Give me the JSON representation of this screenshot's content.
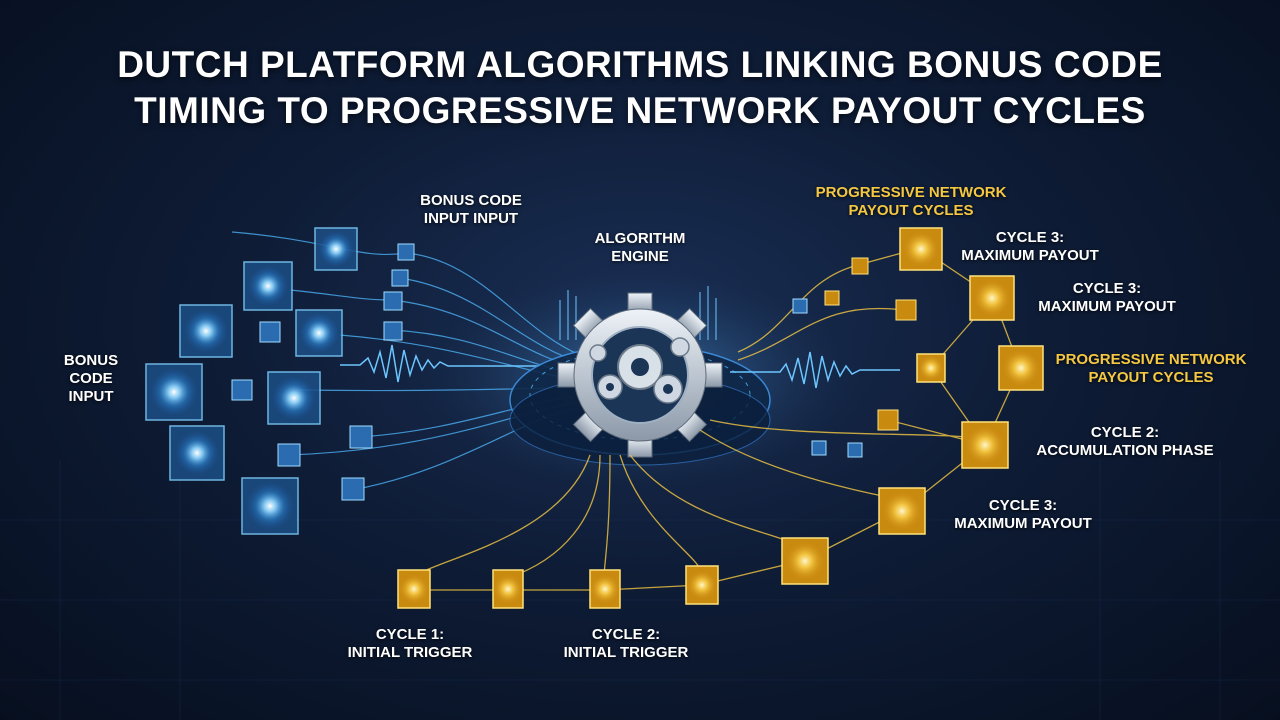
{
  "title": {
    "line1": "DUTCH PLATFORM ALGORITHMS LINKING BONUS CODE",
    "line2": "TIMING TO PROGRESSIVE NETWORK PAYOUT CYCLES"
  },
  "labels": {
    "bonus_input_left": [
      "BONUS",
      "CODE",
      "INPUT"
    ],
    "bonus_input_top": [
      "BONUS CODE",
      "INPUT INPUT"
    ],
    "engine": [
      "ALGORITHM",
      "ENGINE"
    ],
    "progressive_top": [
      "PROGRESSIVE NETWORK",
      "PAYOUT CYCLES"
    ],
    "cycle3_a": [
      "CYCLE 3:",
      "MAXIMUM PAYOUT"
    ],
    "cycle3_b": [
      "CYCLE 3:",
      "MAXIMUM PAYOUT"
    ],
    "progressive_right": [
      "PROGRESSIVE NETWORK",
      "PAYOUT CYCLES"
    ],
    "cycle2_accum": [
      "CYCLE 2:",
      "ACCUMULATION PHASE"
    ],
    "cycle3_c": [
      "CYCLE 3:",
      "MAXIMUM PAYOUT"
    ],
    "cycle1": [
      "CYCLE 1:",
      "INITIAL TRIGGER"
    ],
    "cycle2_initial": [
      "CYCLE 2:",
      "INITIAL TRIGGER"
    ]
  },
  "colors": {
    "blue_node": "#4fb8ff",
    "gold_node": "#f5c842",
    "gear": "#c9d3de",
    "background": "#0e1c36"
  }
}
